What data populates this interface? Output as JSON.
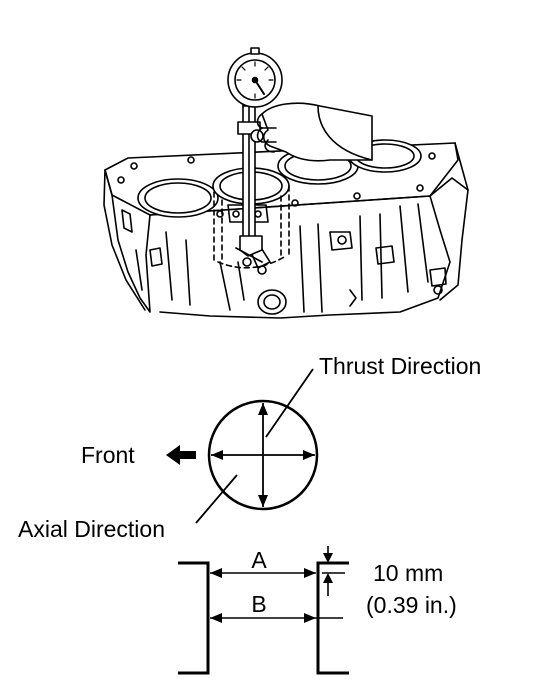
{
  "labels": {
    "thrust_direction": "Thrust Direction",
    "front": "Front",
    "axial_direction": "Axial Direction",
    "section_a": "A",
    "section_b": "B",
    "offset_metric": "10 mm",
    "offset_imperial": "(0.39 in.)"
  },
  "colors": {
    "ink": "#000000",
    "paper": "#ffffff"
  }
}
